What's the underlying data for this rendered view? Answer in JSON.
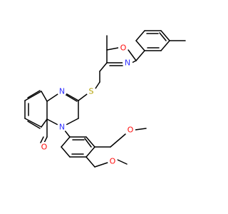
{
  "molecule": {
    "colors": {
      "bond": "#000000",
      "carbon": "#000000",
      "nitrogen": "#3333ff",
      "oxygen": "#ff0d0d",
      "sulfur": "#b2a000"
    },
    "atom_labels": {
      "s1": "S",
      "n1": "N",
      "n2": "N",
      "n3": "N",
      "o1": "O",
      "o2": "O",
      "o3": "O",
      "o4": "O"
    }
  }
}
